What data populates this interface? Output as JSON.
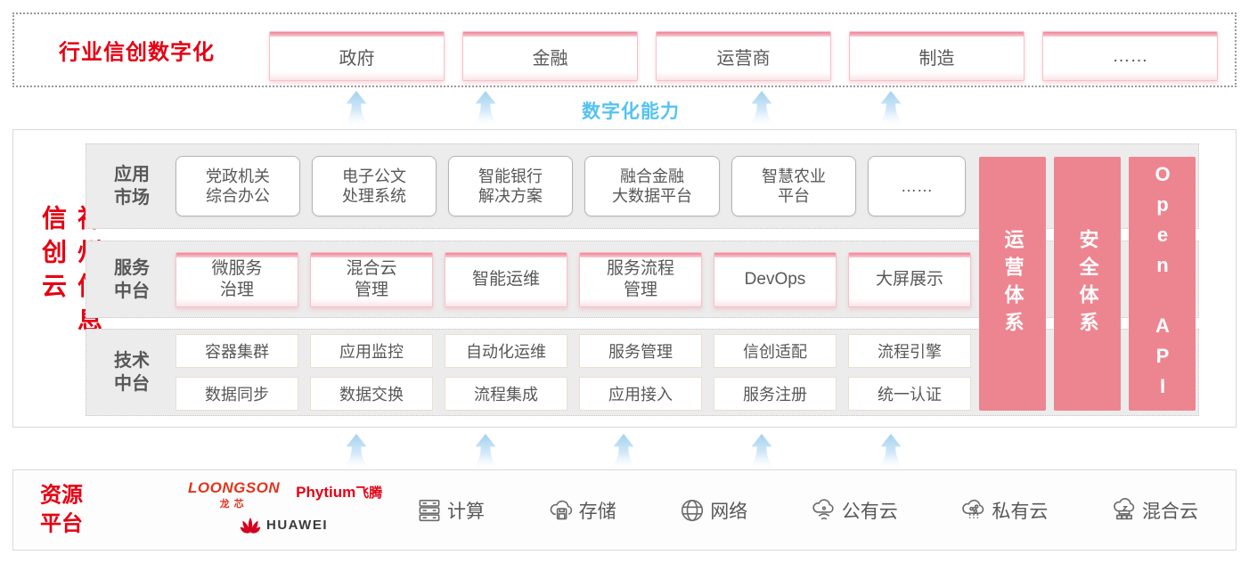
{
  "colors": {
    "red": "#e60012",
    "pink_bar": "#ed8590",
    "blue": "#54c3f1",
    "gray_text": "#595757"
  },
  "top_banner": {
    "label": "行业信创数字化",
    "items": [
      "政府",
      "金融",
      "运营商",
      "制造",
      "……"
    ]
  },
  "capability_label": "数字化能力",
  "platform": {
    "title": "神州信息信创云",
    "app_row": {
      "label_l1": "应用",
      "label_l2": "市场",
      "items": [
        {
          "l1": "党政机关",
          "l2": "综合办公"
        },
        {
          "l1": "电子公文",
          "l2": "处理系统"
        },
        {
          "l1": "智能银行",
          "l2": "解决方案"
        },
        {
          "l1": "融合金融",
          "l2": "大数据平台"
        },
        {
          "l1": "智慧农业",
          "l2": "平台"
        },
        {
          "l1": "……"
        }
      ]
    },
    "service_row": {
      "label_l1": "服务",
      "label_l2": "中台",
      "items": [
        {
          "l1": "微服务",
          "l2": "治理"
        },
        {
          "l1": "混合云",
          "l2": "管理"
        },
        {
          "l1": "智能运维"
        },
        {
          "l1": "服务流程",
          "l2": "管理"
        },
        {
          "l1": "DevOps"
        },
        {
          "l1": "大屏展示"
        }
      ]
    },
    "tech_row": {
      "label_l1": "技术",
      "label_l2": "中台",
      "row1": [
        "容器集群",
        "应用监控",
        "自动化运维",
        "服务管理",
        "信创适配",
        "流程引擎"
      ],
      "row2": [
        "数据同步",
        "数据交换",
        "流程集成",
        "应用接入",
        "服务注册",
        "统一认证"
      ]
    },
    "pillars": [
      "运营体系",
      "安全体系",
      "Open API"
    ]
  },
  "resources": {
    "label_l1": "资源",
    "label_l2": "平台",
    "logos": {
      "loongson_en": "LOONGSON",
      "loongson_cn": "龙芯",
      "phytium_en": "Phytium",
      "phytium_cn": "飞腾",
      "huawei": "HUAWEI"
    },
    "items": [
      "计算",
      "存储",
      "网络",
      "公有云",
      "私有云",
      "混合云"
    ]
  }
}
